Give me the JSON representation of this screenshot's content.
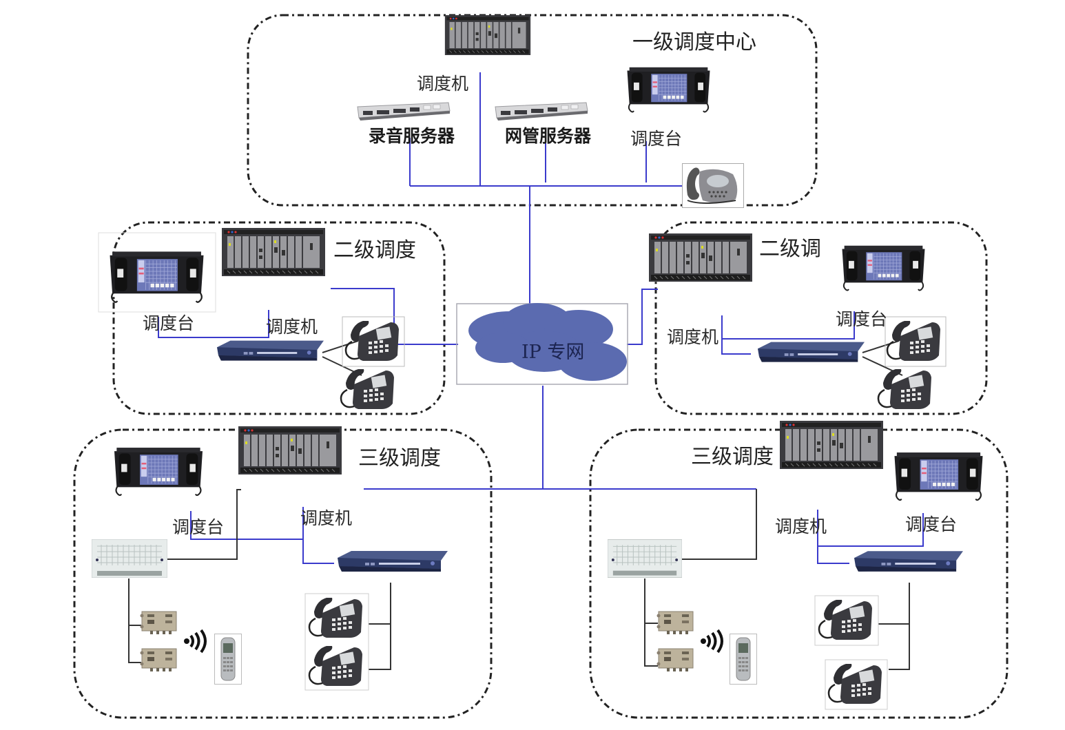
{
  "diagram": {
    "type": "network-topology",
    "colors": {
      "link_blue": "#3a3acc",
      "link_black": "#333333",
      "cloud": "#5b6bb0",
      "boundary": "#222222"
    },
    "network": {
      "label": "IP 专网",
      "icon": "cloud-icon"
    },
    "zones": [
      {
        "id": "level1",
        "title": "一级调度中心",
        "devices": [
          {
            "type": "dispatch-switch",
            "icon": "rack-chassis-icon",
            "label": "调度机"
          },
          {
            "type": "server",
            "icon": "rack-server-icon",
            "label": "录音服务器"
          },
          {
            "type": "server",
            "icon": "rack-server-icon",
            "label": "网管服务器"
          },
          {
            "type": "dispatch-console",
            "icon": "dispatch-console-icon",
            "label": "调度台"
          },
          {
            "type": "ip-phone",
            "icon": "ip-phone-icon",
            "label": ""
          }
        ]
      },
      {
        "id": "level2-left",
        "title": "二级调度",
        "devices": [
          {
            "type": "dispatch-console",
            "icon": "dispatch-console-icon",
            "label": "调度台"
          },
          {
            "type": "dispatch-switch",
            "icon": "rack-chassis-icon",
            "label": "调度机"
          },
          {
            "type": "gateway",
            "icon": "network-switch-icon",
            "label": ""
          },
          {
            "type": "desk-phone",
            "icon": "desk-phone-icon",
            "label": ""
          },
          {
            "type": "desk-phone",
            "icon": "desk-phone-icon",
            "label": ""
          }
        ]
      },
      {
        "id": "level2-right",
        "title": "二级调",
        "devices": [
          {
            "type": "dispatch-switch",
            "icon": "rack-chassis-icon",
            "label": "调度机"
          },
          {
            "type": "dispatch-console",
            "icon": "dispatch-console-icon",
            "label": "调度台"
          },
          {
            "type": "gateway",
            "icon": "network-switch-icon",
            "label": ""
          },
          {
            "type": "desk-phone",
            "icon": "desk-phone-icon",
            "label": ""
          },
          {
            "type": "desk-phone",
            "icon": "desk-phone-icon",
            "label": ""
          }
        ]
      },
      {
        "id": "level3-left",
        "title": "三级调度",
        "devices": [
          {
            "type": "dispatch-console",
            "icon": "dispatch-console-icon",
            "label": "调度台"
          },
          {
            "type": "dispatch-switch",
            "icon": "rack-chassis-icon",
            "label": "调度机"
          },
          {
            "type": "distribution-frame",
            "icon": "distribution-frame-icon",
            "label": ""
          },
          {
            "type": "gateway",
            "icon": "network-switch-icon",
            "label": ""
          },
          {
            "type": "base-station",
            "icon": "base-station-icon",
            "label": ""
          },
          {
            "type": "base-station",
            "icon": "base-station-icon",
            "label": ""
          },
          {
            "type": "wireless",
            "icon": "wireless-signal-icon",
            "label": ""
          },
          {
            "type": "mobile-phone",
            "icon": "mobile-phone-icon",
            "label": ""
          },
          {
            "type": "desk-phone",
            "icon": "desk-phone-icon",
            "label": ""
          },
          {
            "type": "desk-phone",
            "icon": "desk-phone-icon",
            "label": ""
          }
        ]
      },
      {
        "id": "level3-right",
        "title": "三级调度",
        "devices": [
          {
            "type": "dispatch-switch",
            "icon": "rack-chassis-icon",
            "label": "调度机"
          },
          {
            "type": "dispatch-console",
            "icon": "dispatch-console-icon",
            "label": "调度台"
          },
          {
            "type": "distribution-frame",
            "icon": "distribution-frame-icon",
            "label": ""
          },
          {
            "type": "gateway",
            "icon": "network-switch-icon",
            "label": ""
          },
          {
            "type": "base-station",
            "icon": "base-station-icon",
            "label": ""
          },
          {
            "type": "base-station",
            "icon": "base-station-icon",
            "label": ""
          },
          {
            "type": "wireless",
            "icon": "wireless-signal-icon",
            "label": ""
          },
          {
            "type": "mobile-phone",
            "icon": "mobile-phone-icon",
            "label": ""
          },
          {
            "type": "desk-phone",
            "icon": "desk-phone-icon",
            "label": ""
          },
          {
            "type": "desk-phone",
            "icon": "desk-phone-icon",
            "label": ""
          }
        ]
      }
    ]
  }
}
